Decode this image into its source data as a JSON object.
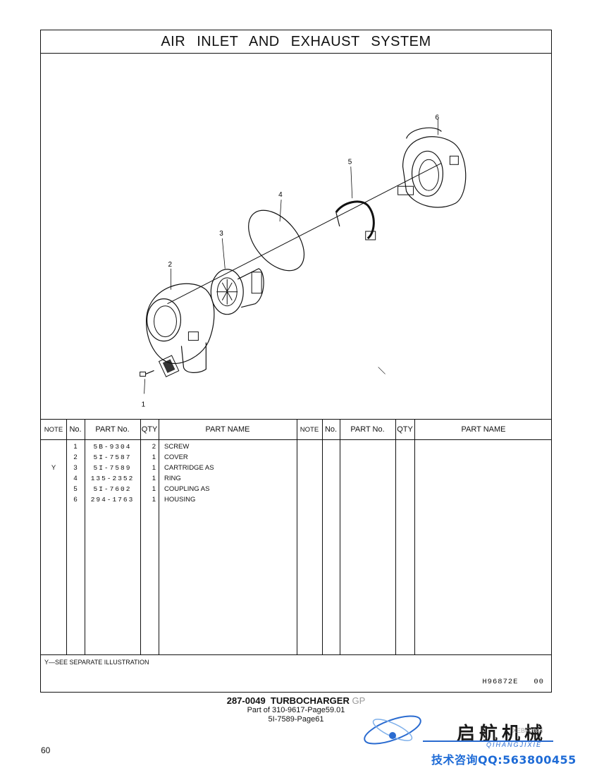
{
  "title": "AIR INLET AND EXHAUST SYSTEM",
  "callouts": [
    "1",
    "2",
    "3",
    "4",
    "5",
    "6"
  ],
  "headers": {
    "note": "NOTE",
    "no": "No.",
    "part_no": "PART No.",
    "qty": "QTY",
    "part_name": "PART NAME"
  },
  "parts": [
    {
      "note": "",
      "no": "1",
      "part_no": "5B-9304",
      "qty": "2",
      "name": "SCREW"
    },
    {
      "note": "",
      "no": "2",
      "part_no": "5I-7587",
      "qty": "1",
      "name": "COVER"
    },
    {
      "note": "Y",
      "no": "3",
      "part_no": "5I-7589",
      "qty": "1",
      "name": "CARTRIDGE AS"
    },
    {
      "note": "",
      "no": "4",
      "part_no": "135-2352",
      "qty": "1",
      "name": "RING"
    },
    {
      "note": "",
      "no": "5",
      "part_no": "5I-7602",
      "qty": "1",
      "name": "COUPLING AS"
    },
    {
      "note": "",
      "no": "6",
      "part_no": "294-1763",
      "qty": "1",
      "name": "HOUSING"
    }
  ],
  "footnote": "Y—SEE SEPARATE ILLUSTRATION",
  "illustration_id": "H96872E   00",
  "caption": {
    "main": "287-0049  TURBOCHARGER",
    "suffix": " GP",
    "line2": "Part of 310-9617-Page59.01",
    "line3": "5I-7589-Page61"
  },
  "page_number": "60",
  "watermark": {
    "company_cn": "启航机械",
    "pinyin": "QIHANGJIXIE",
    "code": "XEBF0044",
    "contact": "技术咨询QQ:563800455",
    "accent": "#1e6bd6"
  }
}
